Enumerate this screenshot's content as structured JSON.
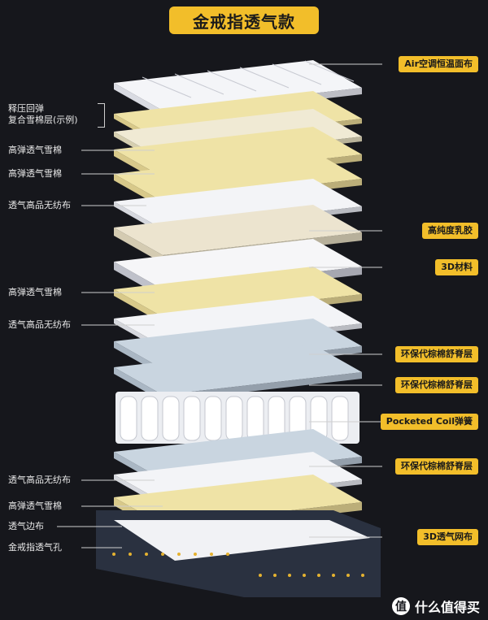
{
  "title": "金戒指透气款",
  "left_labels": [
    {
      "id": "memory-foam",
      "text": "释压回弹\n复合雪棉层(示例)"
    },
    {
      "id": "foam-1",
      "text": "高弹透气雪棉"
    },
    {
      "id": "foam-2",
      "text": "高弹透气雪棉"
    },
    {
      "id": "nonwoven-1",
      "text": "透气高品无纺布"
    },
    {
      "id": "foam-3",
      "text": "高弹透气雪棉"
    },
    {
      "id": "nonwoven-2",
      "text": "透气高品无纺布"
    },
    {
      "id": "nonwoven-3",
      "text": "透气高品无纺布"
    },
    {
      "id": "foam-4",
      "text": "高弹透气雪棉"
    },
    {
      "id": "edge-fabric",
      "text": "透气边布"
    },
    {
      "id": "vent-holes",
      "text": "金戒指透气孔"
    }
  ],
  "right_labels": [
    {
      "id": "air-fabric",
      "text": "Air空调恒温面布"
    },
    {
      "id": "latex",
      "text": "高纯度乳胶"
    },
    {
      "id": "3d-material",
      "text": "3D材料"
    },
    {
      "id": "palm-1",
      "text": "环保代棕棉舒脊层"
    },
    {
      "id": "palm-2",
      "text": "环保代棕棉舒脊层"
    },
    {
      "id": "pocket-coil",
      "text": "Pocketed Coil弹簧"
    },
    {
      "id": "palm-3",
      "text": "环保代棕棉舒脊层"
    },
    {
      "id": "3d-mesh",
      "text": "3D透气网布"
    }
  ],
  "watermark": {
    "logo": "值",
    "text": "什么值得买"
  },
  "colors": {
    "background": "#16171c",
    "accent": "#f2be2a",
    "foam": "#efe3a6",
    "white_layer": "#f3f4f7",
    "blue_layer": "#c9d5e0",
    "latex": "#ece4cf",
    "border_fabric": "#2a3140"
  }
}
